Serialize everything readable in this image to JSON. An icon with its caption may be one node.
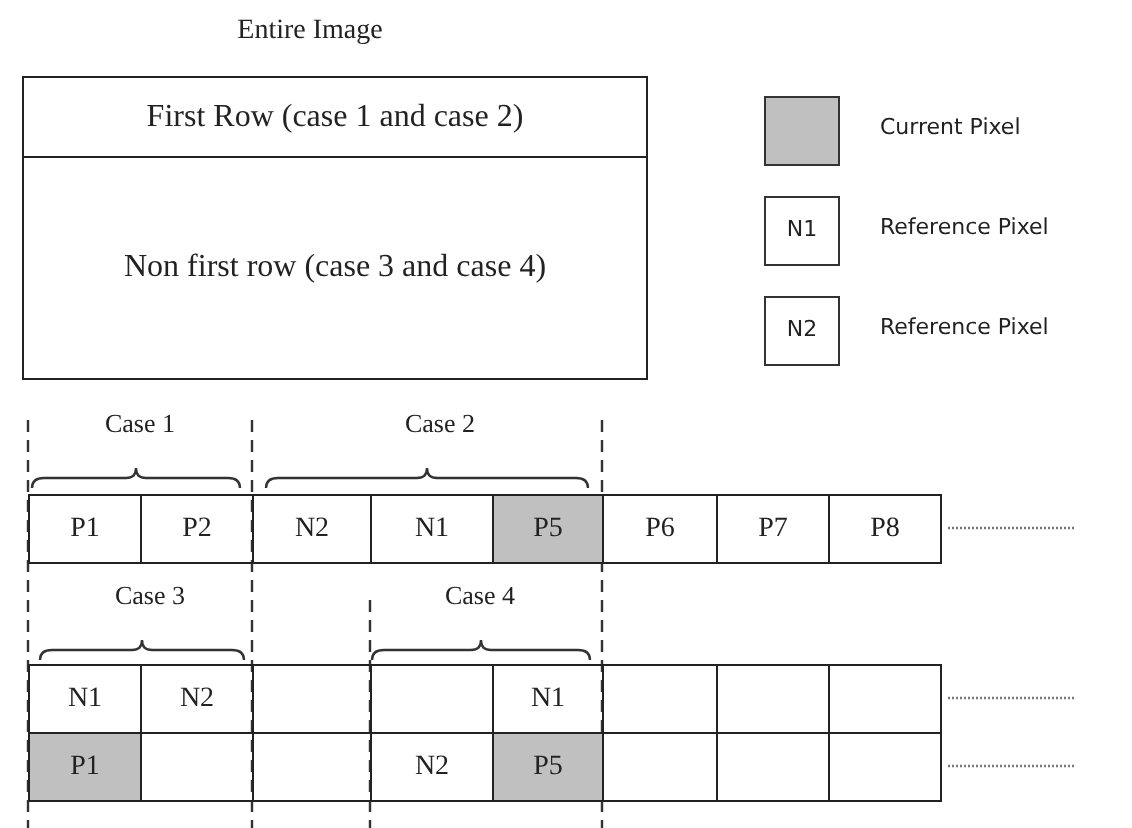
{
  "diagram": {
    "title": "Entire Image",
    "nodes": [
      {
        "text": [
          "First Row (case 1 and case 2)"
        ]
      },
      {
        "text": [
          "Non first row (case 3 and case 4)"
        ]
      },
      {
        "text": [
          "P1"
        ]
      },
      {
        "text": [
          "P2"
        ]
      },
      {
        "text": [
          "N2"
        ]
      },
      {
        "text": [
          "N1"
        ]
      },
      {
        "text": [
          "P5"
        ]
      },
      {
        "text": [
          "P6"
        ]
      },
      {
        "text": [
          "P7"
        ]
      },
      {
        "text": [
          "P8"
        ]
      },
      {
        "text": [
          "N1"
        ]
      },
      {
        "text": [
          "N2"
        ]
      },
      {
        "text": [],
        "shape": "box"
      },
      {
        "text": [],
        "shape": "box"
      },
      {
        "text": [
          "N1"
        ]
      },
      {
        "text": [],
        "shape": "box"
      },
      {
        "text": [],
        "shape": "box"
      },
      {
        "text": [],
        "shape": "box"
      },
      {
        "text": [
          "P1"
        ]
      },
      {
        "text": [],
        "shape": "box"
      },
      {
        "text": [],
        "shape": "box"
      },
      {
        "text": [
          "N2"
        ]
      },
      {
        "text": [
          "P5"
        ]
      },
      {
        "text": [],
        "shape": "box"
      },
      {
        "text": [],
        "shape": "box"
      },
      {
        "text": [],
        "shape": "box"
      }
    ],
    "edges": [],
    "labels": [
      "N1",
      "N2",
      "Case 1",
      "Case 2",
      "Case 3",
      "Case 4"
    ],
    "legend": [
      {
        "text": "Current Pixel",
        "color": "#c0c0c0"
      },
      {
        "text": "Reference Pixel"
      },
      {
        "text": "Reference Pixel"
      }
    ]
  }
}
